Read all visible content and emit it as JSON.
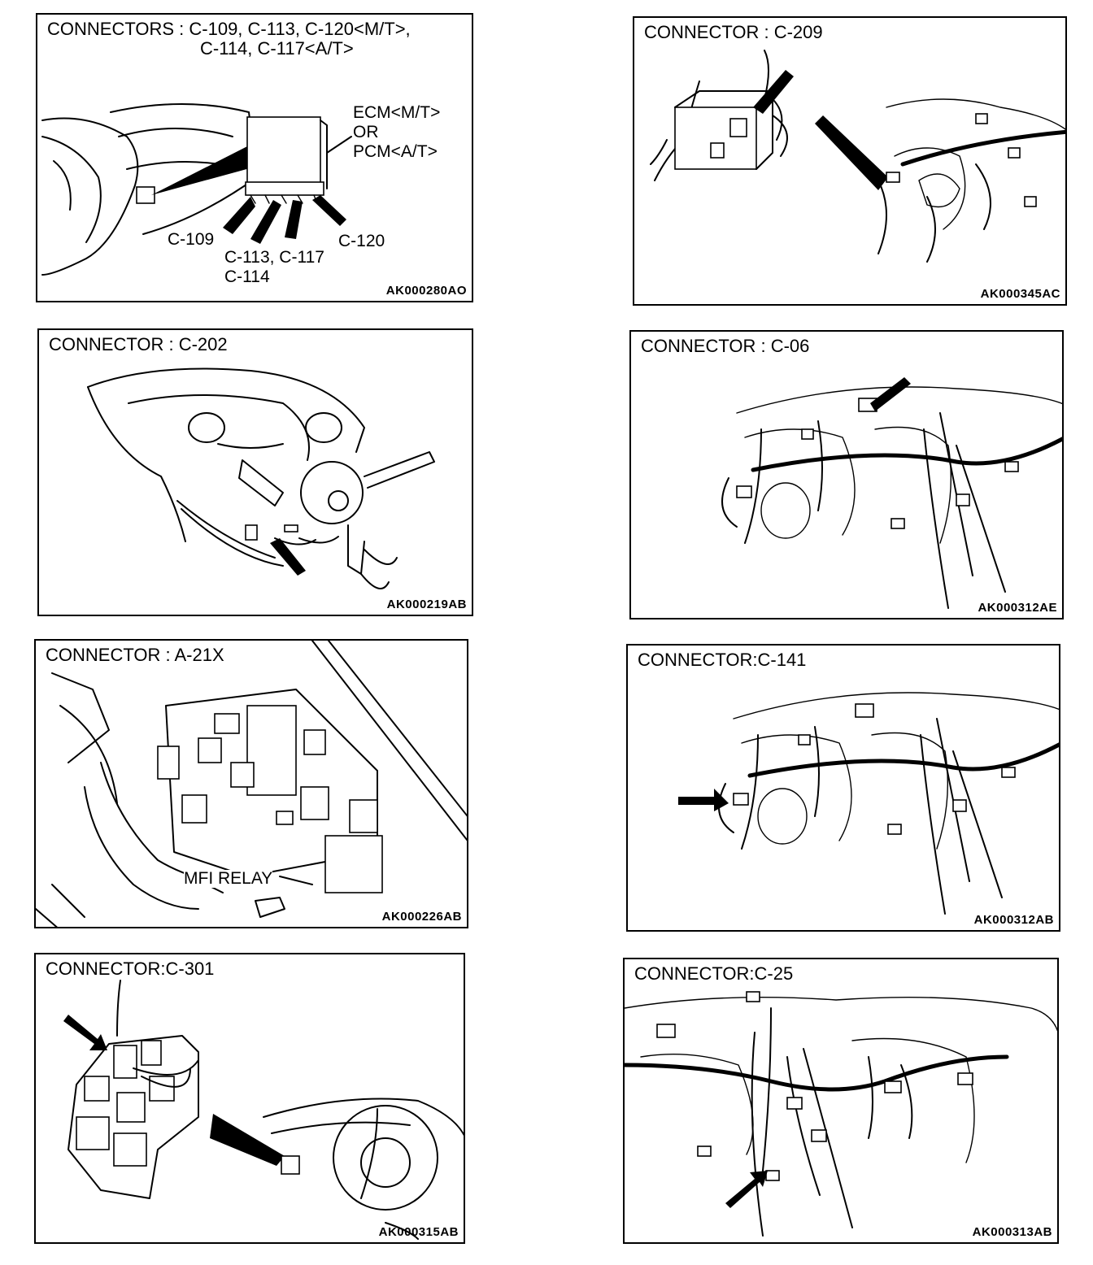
{
  "panels": [
    {
      "title": "CONNECTORS : C-109, C-113, C-120<M/T>,",
      "title2": "C-114, C-117<A/T>",
      "code": "AK000280AO",
      "labels": [
        "ECM<M/T>",
        "OR",
        "PCM<A/T>",
        "C-109",
        "C-113, C-117",
        "C-114",
        "C-120"
      ]
    },
    {
      "title": "CONNECTOR : C-209",
      "code": "AK000345AC"
    },
    {
      "title": "CONNECTOR : C-202",
      "code": "AK000219AB"
    },
    {
      "title": "CONNECTOR : C-06",
      "code": "AK000312AE"
    },
    {
      "title": "CONNECTOR : A-21X",
      "code": "AK000226AB",
      "labels": [
        "MFI RELAY"
      ]
    },
    {
      "title": "CONNECTOR:C-141",
      "code": "AK000312AB"
    },
    {
      "title": "CONNECTOR:C-301",
      "code": "AK000315AB"
    },
    {
      "title": "CONNECTOR:C-25",
      "code": "AK000313AB"
    }
  ],
  "icons": [
    "arrow-icon",
    "pointer-wedge-icon"
  ]
}
